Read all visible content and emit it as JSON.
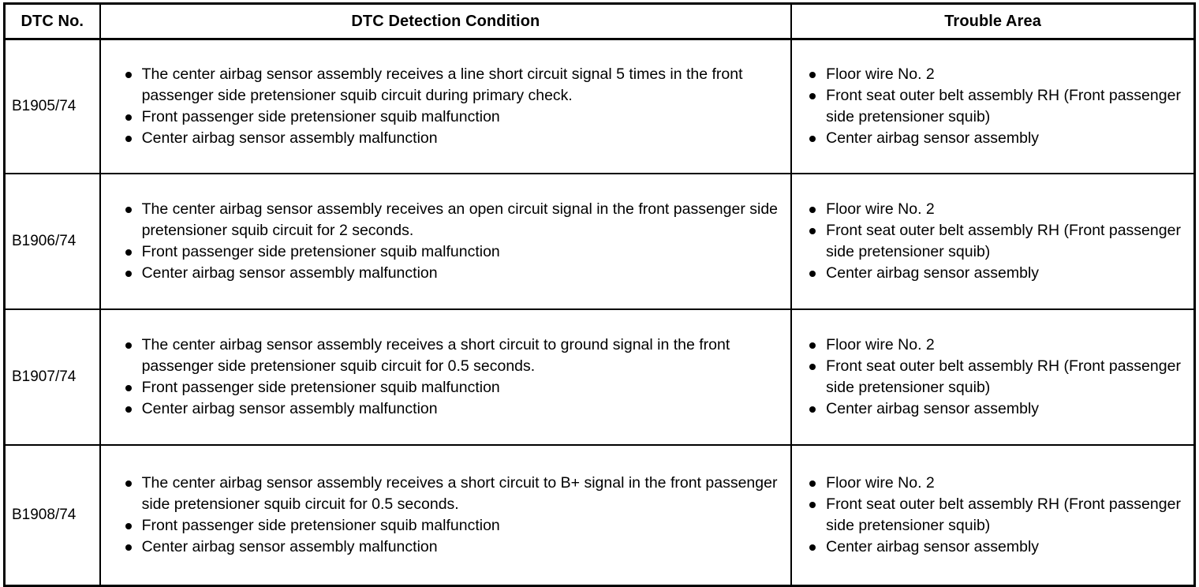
{
  "table": {
    "headers": [
      {
        "label": "DTC No."
      },
      {
        "label": "DTC Detection Condition"
      },
      {
        "label": "Trouble Area"
      }
    ],
    "rows": [
      {
        "dtc_no": "B1905/74",
        "detection_condition": [
          "The center airbag sensor assembly receives a line short circuit signal 5 times in the front passenger side pretensioner squib circuit during primary check.",
          "Front passenger side pretensioner squib malfunction",
          "Center airbag sensor assembly malfunction"
        ],
        "trouble_area": [
          "Floor wire No. 2",
          "Front seat outer belt assembly RH (Front passenger side pretensioner squib)",
          "Center airbag sensor assembly"
        ]
      },
      {
        "dtc_no": "B1906/74",
        "detection_condition": [
          "The center airbag sensor assembly receives an open circuit signal in the front passenger side pretensioner squib circuit for 2 seconds.",
          "Front passenger side pretensioner squib malfunction",
          "Center airbag sensor assembly malfunction"
        ],
        "trouble_area": [
          "Floor wire No. 2",
          "Front seat outer belt assembly RH (Front passenger side pretensioner squib)",
          "Center airbag sensor assembly"
        ]
      },
      {
        "dtc_no": "B1907/74",
        "detection_condition": [
          "The center airbag sensor assembly receives a short circuit to ground signal in the front passenger side pretensioner squib circuit for 0.5 seconds.",
          "Front passenger side pretensioner squib malfunction",
          "Center airbag sensor assembly malfunction"
        ],
        "trouble_area": [
          "Floor wire No. 2",
          "Front seat outer belt assembly RH (Front passenger side pretensioner squib)",
          "Center airbag sensor assembly"
        ]
      },
      {
        "dtc_no": "B1908/74",
        "detection_condition": [
          "The center airbag sensor assembly receives a short circuit to B+ signal in the front passenger side pretensioner squib circuit for 0.5 seconds.",
          "Front passenger side pretensioner squib malfunction",
          "Center airbag sensor assembly malfunction"
        ],
        "trouble_area": [
          "Floor wire No. 2",
          "Front seat outer belt assembly RH (Front passenger side pretensioner squib)",
          "Center airbag sensor assembly"
        ]
      }
    ]
  },
  "colors": {
    "border": "#000000",
    "text": "#000000",
    "background": "#ffffff"
  }
}
